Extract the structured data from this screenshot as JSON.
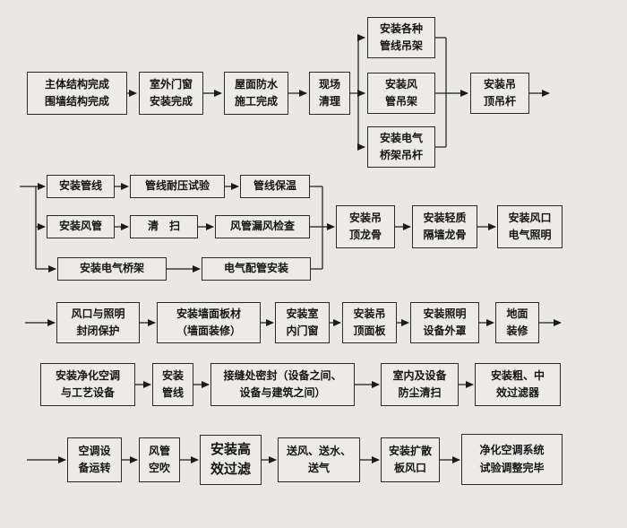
{
  "colors": {
    "background": "#e9e8e4",
    "box_fill": "#ecebe7",
    "box_border": "#2b2b2b",
    "text": "#141414",
    "arrow": "#1a1a1a"
  },
  "nodes": {
    "main_structure": "主体结构完成\n围墙结构完成",
    "exterior_doors": "室外门窗\n安装完成",
    "roof_waterproofing": "屋面防水\n施工完成",
    "site_cleanup": "现场\n清理",
    "pipeline_hangers": "安装各种\n管线吊架",
    "duct_hangers": "安装风\n管吊架",
    "cable_tray_rods": "安装电气\n桥架吊杆",
    "ceiling_rods": "安装吊\n顶吊杆",
    "install_pipelines": "安装管线",
    "pipeline_pressure_test": "管线耐压试验",
    "pipeline_insulation": "管线保温",
    "install_ducts": "安装风管",
    "duct_cleaning": "清　扫",
    "duct_leak_check": "风管漏风检查",
    "install_cable_trays": "安装电气桥架",
    "electrical_conduit": "电气配管安装",
    "ceiling_keel": "安装吊\n顶龙骨",
    "partition_keel": "安装轻质\n隔墙龙骨",
    "air_outlets_lighting": "安装风口\n电气照明",
    "outlet_protection": "风口与照明\n封闭保护",
    "wall_panels": "安装墙面板材\n（墙面装修）",
    "interior_doors": "安装室\n内门窗",
    "ceiling_panels": "安装吊\n顶面板",
    "lighting_covers": "安装照明\n设备外罩",
    "floor_finishing": "地面\n装修",
    "hvac_process_equipment": "安装净化空调\n与工艺设备",
    "install_pipelines_2": "安装\n管线",
    "seam_sealing": "接缝处密封（设备之间、\n设备与建筑之间）",
    "dust_cleaning": "室内及设备\n防尘清扫",
    "coarse_medium_filters": "安装粗、中\n效过滤器",
    "ac_test_run": "空调设\n备运转",
    "duct_blowing": "风管\n空吹",
    "hepa_filters": "安装高\n效过滤",
    "supply_air_water_gas": "送风、送水、\n送气",
    "diffuser_outlets": "安装扩散\n板风口",
    "system_complete": "净化空调系统\n试验调整完毕"
  },
  "edges": [
    {
      "from": "main_structure",
      "to": "exterior_doors"
    },
    {
      "from": "exterior_doors",
      "to": "roof_waterproofing"
    },
    {
      "from": "roof_waterproofing",
      "to": "site_cleanup"
    },
    {
      "from": "site_cleanup",
      "to": "pipeline_hangers"
    },
    {
      "from": "site_cleanup",
      "to": "duct_hangers"
    },
    {
      "from": "site_cleanup",
      "to": "cable_tray_rods"
    },
    {
      "from": "pipeline_hangers",
      "to": "ceiling_rods"
    },
    {
      "from": "duct_hangers",
      "to": "ceiling_rods"
    },
    {
      "from": "cable_tray_rods",
      "to": "ceiling_rods"
    },
    {
      "from": "install_pipelines",
      "to": "pipeline_pressure_test"
    },
    {
      "from": "pipeline_pressure_test",
      "to": "pipeline_insulation"
    },
    {
      "from": "install_ducts",
      "to": "duct_cleaning"
    },
    {
      "from": "duct_cleaning",
      "to": "duct_leak_check"
    },
    {
      "from": "install_cable_trays",
      "to": "electrical_conduit"
    },
    {
      "from": "pipeline_insulation",
      "to": "ceiling_keel"
    },
    {
      "from": "duct_leak_check",
      "to": "ceiling_keel"
    },
    {
      "from": "electrical_conduit",
      "to": "ceiling_keel"
    },
    {
      "from": "ceiling_keel",
      "to": "partition_keel"
    },
    {
      "from": "partition_keel",
      "to": "air_outlets_lighting"
    },
    {
      "from": "outlet_protection",
      "to": "wall_panels"
    },
    {
      "from": "wall_panels",
      "to": "interior_doors"
    },
    {
      "from": "interior_doors",
      "to": "ceiling_panels"
    },
    {
      "from": "ceiling_panels",
      "to": "lighting_covers"
    },
    {
      "from": "lighting_covers",
      "to": "floor_finishing"
    },
    {
      "from": "hvac_process_equipment",
      "to": "install_pipelines_2"
    },
    {
      "from": "install_pipelines_2",
      "to": "seam_sealing"
    },
    {
      "from": "seam_sealing",
      "to": "dust_cleaning"
    },
    {
      "from": "dust_cleaning",
      "to": "coarse_medium_filters"
    },
    {
      "from": "ac_test_run",
      "to": "duct_blowing"
    },
    {
      "from": "duct_blowing",
      "to": "hepa_filters"
    },
    {
      "from": "hepa_filters",
      "to": "supply_air_water_gas"
    },
    {
      "from": "supply_air_water_gas",
      "to": "diffuser_outlets"
    },
    {
      "from": "diffuser_outlets",
      "to": "system_complete"
    }
  ]
}
